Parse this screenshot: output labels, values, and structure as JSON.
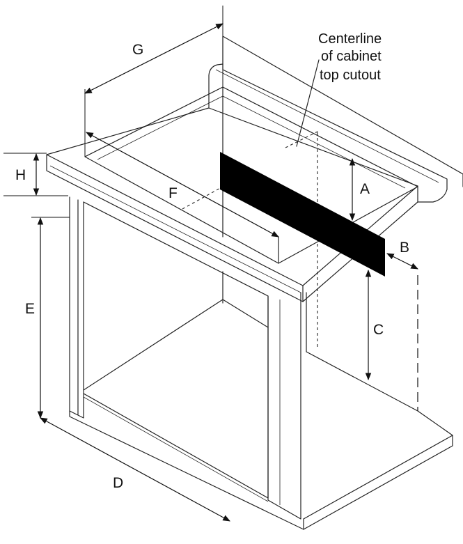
{
  "callout": {
    "lines": [
      "Centerline",
      "of cabinet",
      "top cutout"
    ]
  },
  "dimensions": {
    "a": "A",
    "b": "B",
    "c": "C",
    "d": "D",
    "e": "E",
    "f": "F",
    "g": "G",
    "h": "H"
  },
  "colors": {
    "line": "#222222",
    "panel": "#000000",
    "background": "#ffffff"
  }
}
